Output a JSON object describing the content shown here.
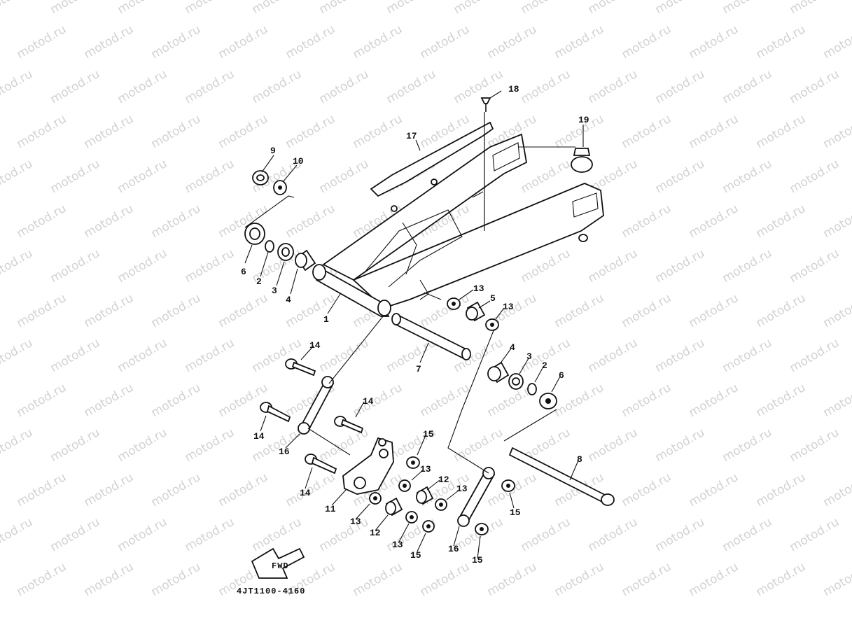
{
  "watermark": {
    "text": "motod.ru",
    "color": "#d2d2d2"
  },
  "diagram_code": "4JT1100-4160",
  "fwd_label": "FWD",
  "callouts": [
    {
      "id": "c18",
      "text": "18"
    },
    {
      "id": "c17",
      "text": "17"
    },
    {
      "id": "c19",
      "text": "19"
    },
    {
      "id": "c9",
      "text": "9"
    },
    {
      "id": "c10",
      "text": "10"
    },
    {
      "id": "c6a",
      "text": "6"
    },
    {
      "id": "c2a",
      "text": "2"
    },
    {
      "id": "c3a",
      "text": "3"
    },
    {
      "id": "c4a",
      "text": "4"
    },
    {
      "id": "c1",
      "text": "1"
    },
    {
      "id": "c13a",
      "text": "13"
    },
    {
      "id": "c5",
      "text": "5"
    },
    {
      "id": "c13b",
      "text": "13"
    },
    {
      "id": "c7",
      "text": "7"
    },
    {
      "id": "c4b",
      "text": "4"
    },
    {
      "id": "c3b",
      "text": "3"
    },
    {
      "id": "c2b",
      "text": "2"
    },
    {
      "id": "c6b",
      "text": "6"
    },
    {
      "id": "c14a",
      "text": "14"
    },
    {
      "id": "c14b",
      "text": "14"
    },
    {
      "id": "c14c",
      "text": "14"
    },
    {
      "id": "c16a",
      "text": "16"
    },
    {
      "id": "c14d",
      "text": "14"
    },
    {
      "id": "c15a",
      "text": "15"
    },
    {
      "id": "c13c",
      "text": "13"
    },
    {
      "id": "c12a",
      "text": "12"
    },
    {
      "id": "c13d",
      "text": "13"
    },
    {
      "id": "c11",
      "text": "11"
    },
    {
      "id": "c13e",
      "text": "13"
    },
    {
      "id": "c12b",
      "text": "12"
    },
    {
      "id": "c13f",
      "text": "13"
    },
    {
      "id": "c15b",
      "text": "15"
    },
    {
      "id": "c8",
      "text": "8"
    },
    {
      "id": "c15c",
      "text": "15"
    },
    {
      "id": "c16b",
      "text": "16"
    },
    {
      "id": "c15d",
      "text": "15"
    }
  ]
}
